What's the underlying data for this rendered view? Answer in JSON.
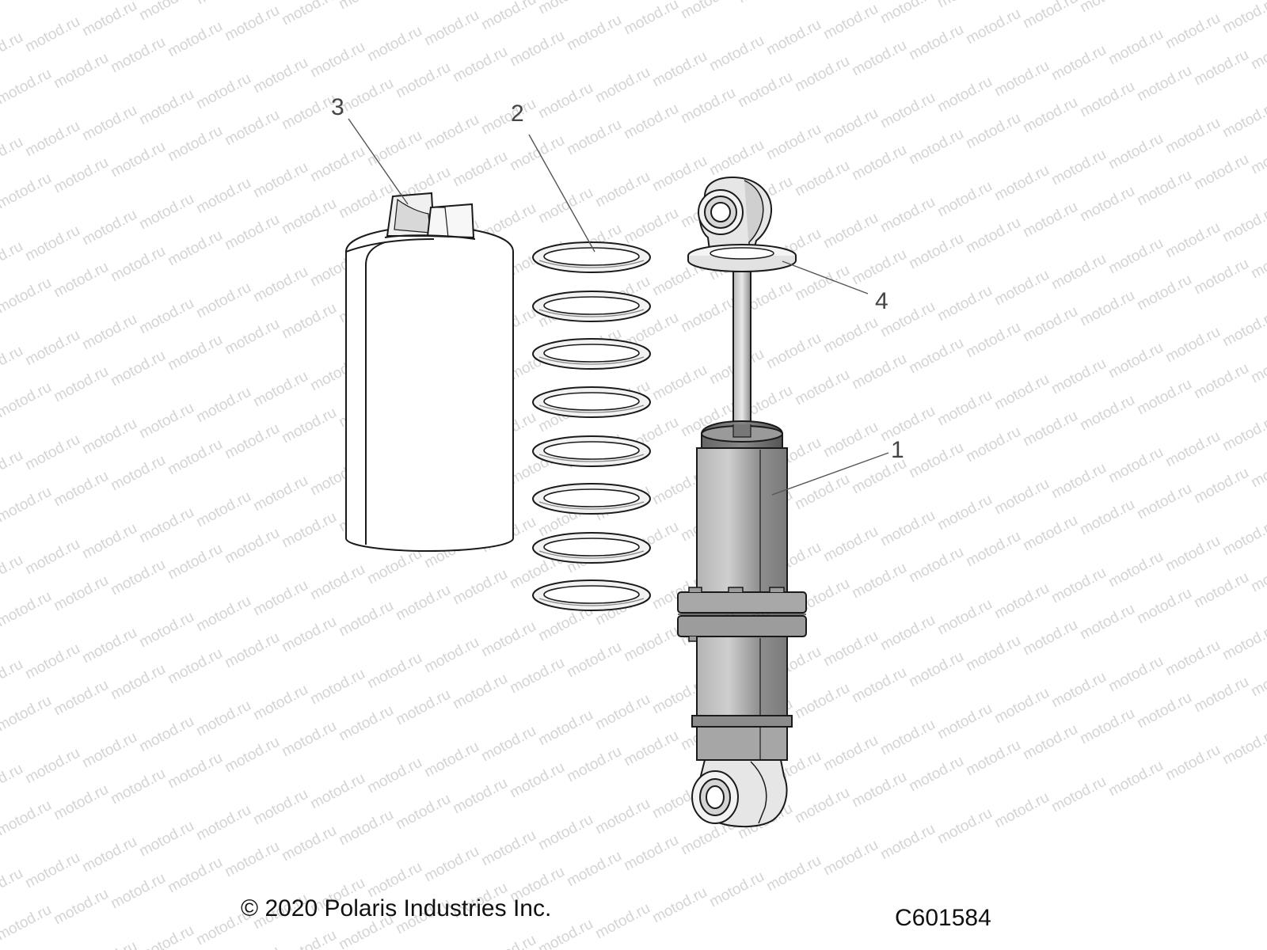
{
  "diagram": {
    "copyright": "© 2020 Polaris Industries Inc.",
    "code": "C601584",
    "watermark": "motod.ru",
    "callouts": [
      {
        "id": "3",
        "part": "boot"
      },
      {
        "id": "2",
        "part": "spring"
      },
      {
        "id": "4",
        "part": "spring-retainer"
      },
      {
        "id": "1",
        "part": "shock-absorber"
      }
    ]
  },
  "colors": {
    "line": "#1a1a1a",
    "leader": "#555555",
    "shock-body": "#9a9a9a",
    "watermark": "#d4d4d4"
  }
}
